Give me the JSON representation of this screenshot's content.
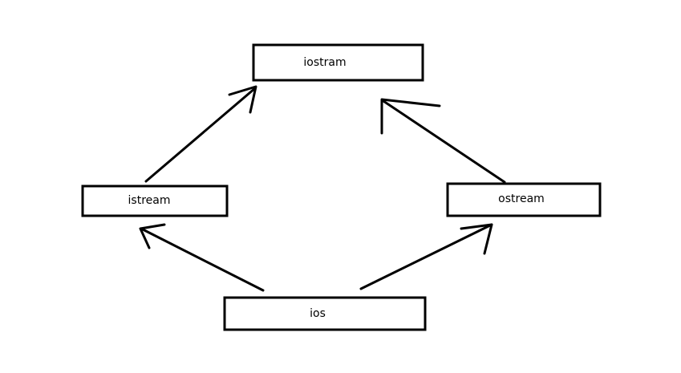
{
  "diagram": {
    "nodes": {
      "iostram": "iostram",
      "istream": "istream",
      "ostream": "ostream",
      "ios": "ios"
    },
    "edges": [
      {
        "from": "istream",
        "to": "iostram"
      },
      {
        "from": "ostream",
        "to": "iostram"
      },
      {
        "from": "ios",
        "to": "istream"
      },
      {
        "from": "ios",
        "to": "ostream"
      }
    ],
    "colors": {
      "stroke": "#000000",
      "background": "#ffffff"
    }
  }
}
